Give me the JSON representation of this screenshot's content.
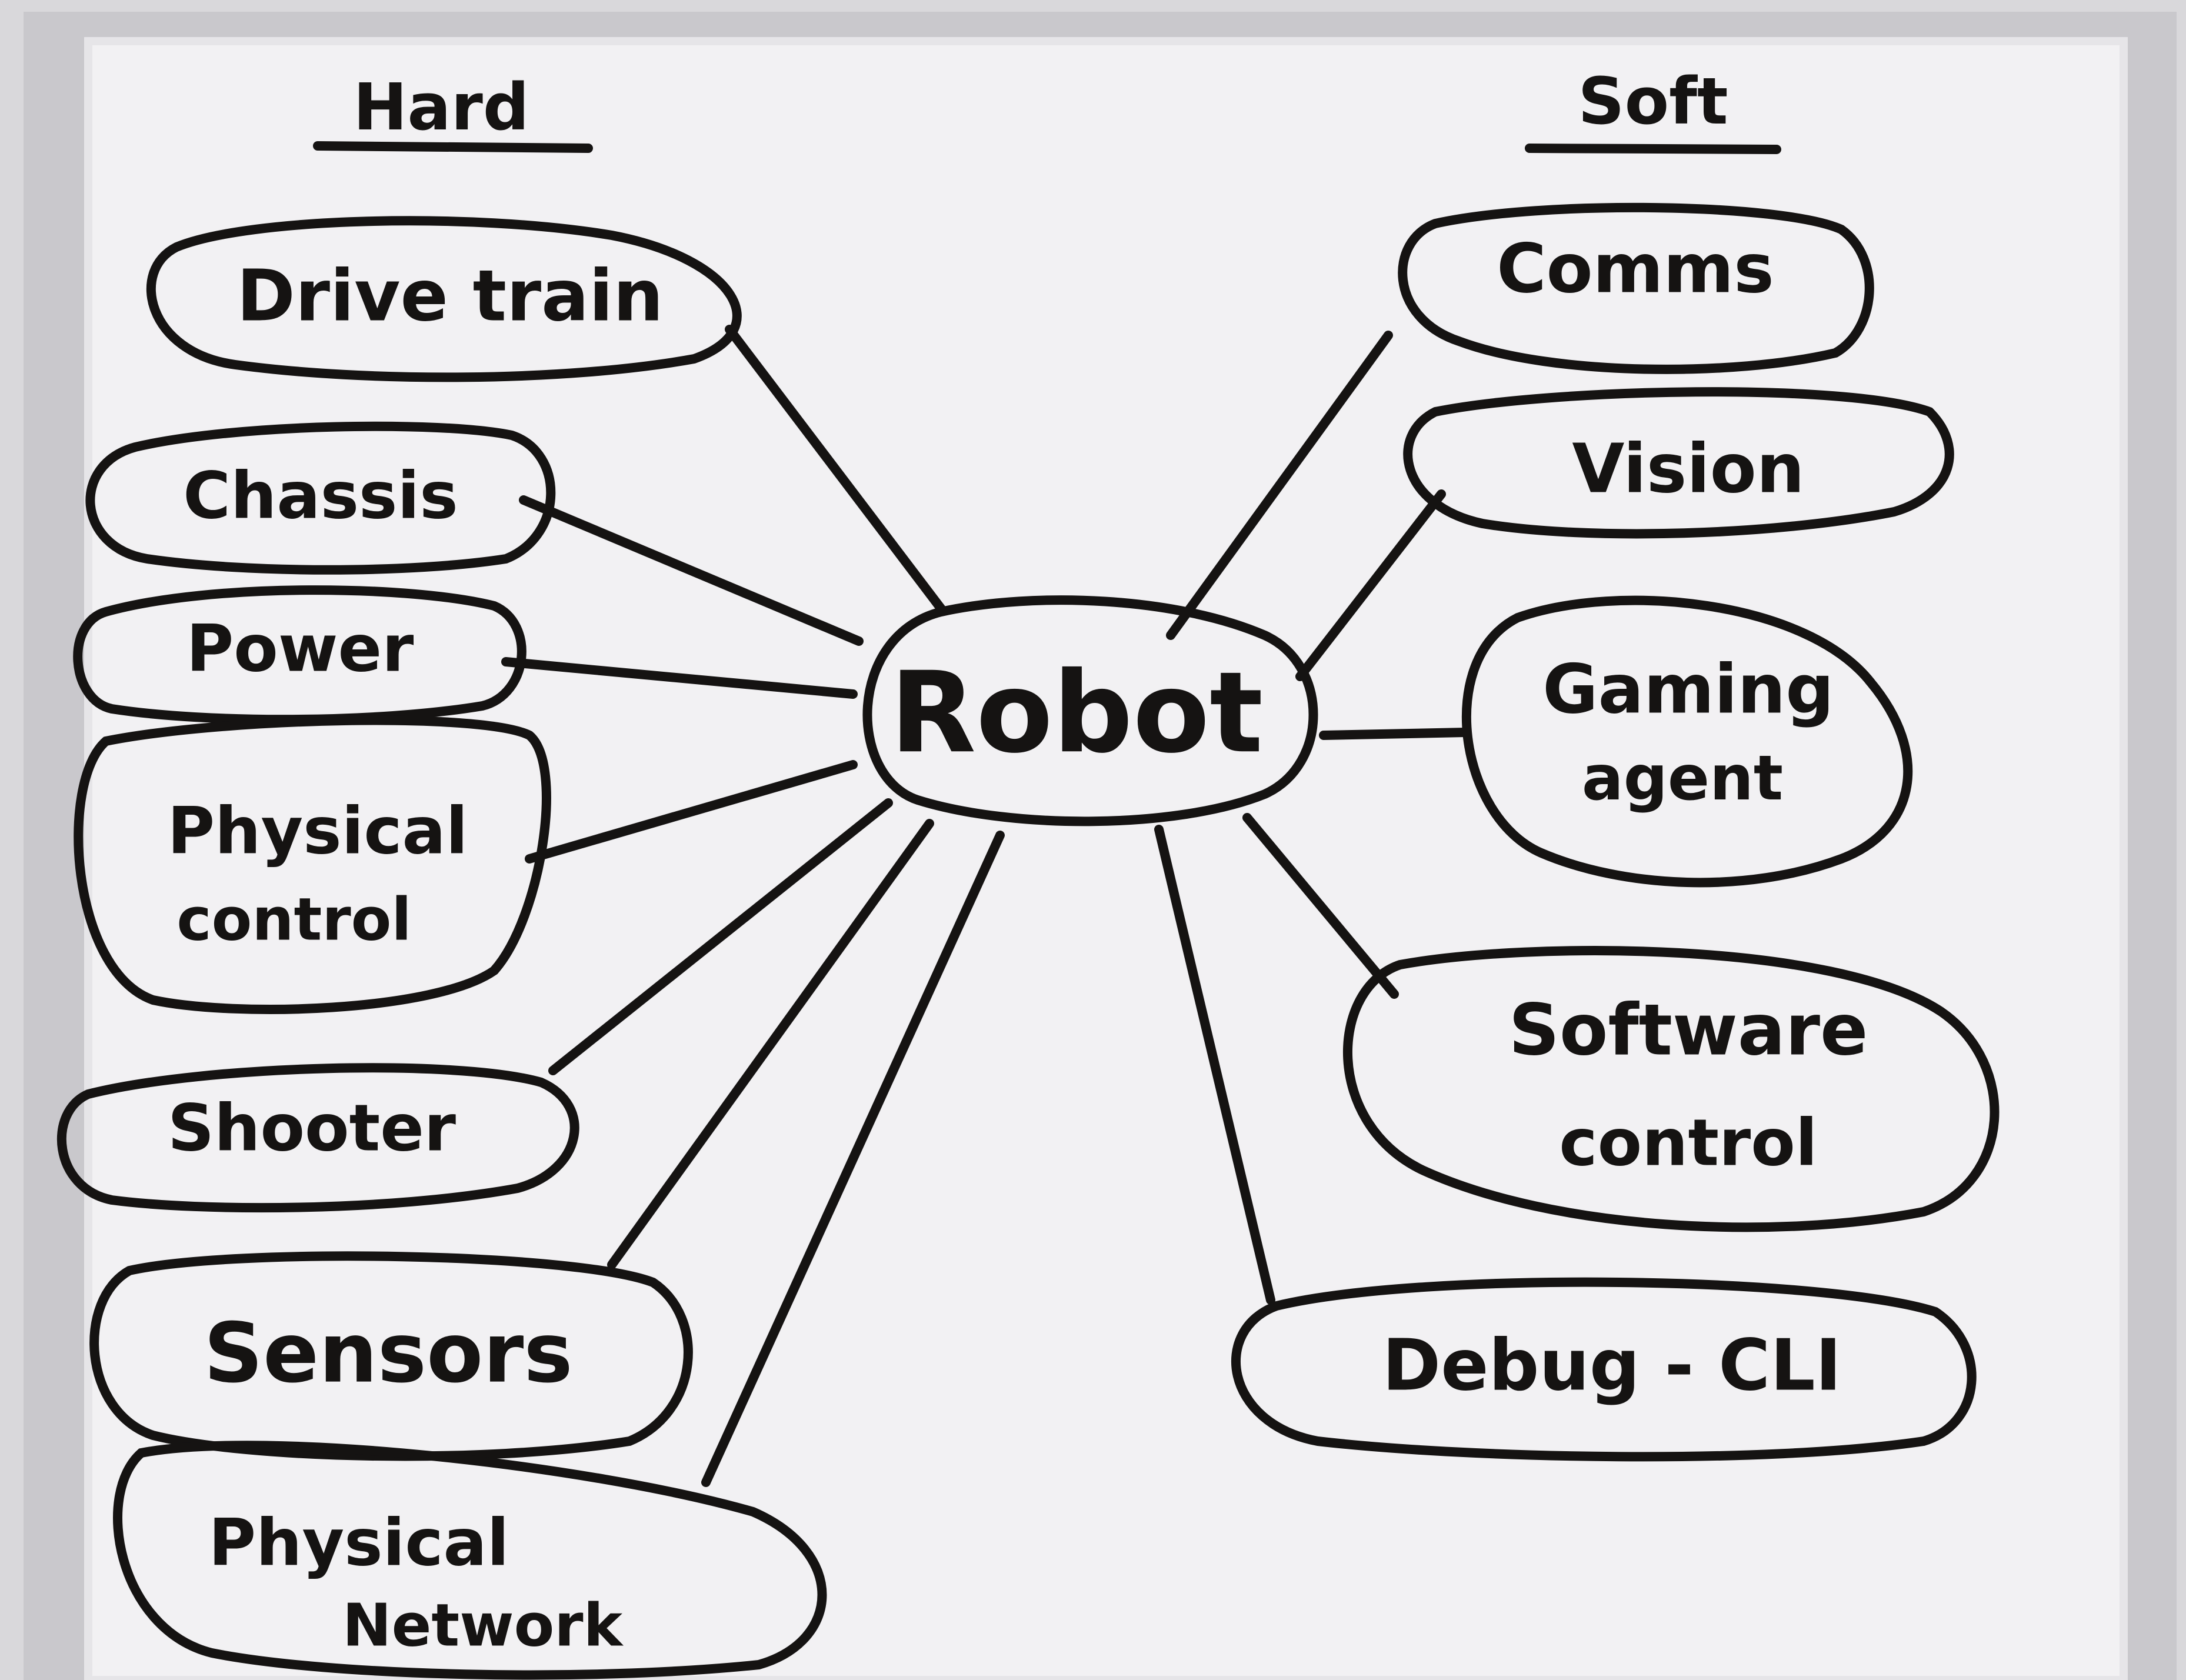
{
  "diagram": {
    "headings": {
      "left": "Hard",
      "right": "Soft"
    },
    "center": {
      "label": "Robot"
    },
    "hard_nodes": [
      {
        "id": "drivetrain",
        "lines": [
          "Drive train"
        ]
      },
      {
        "id": "chassis",
        "lines": [
          "Chassis"
        ]
      },
      {
        "id": "power",
        "lines": [
          "Power"
        ]
      },
      {
        "id": "physical-control",
        "lines": [
          "Physical",
          "control"
        ]
      },
      {
        "id": "shooter",
        "lines": [
          "Shooter"
        ]
      },
      {
        "id": "sensors",
        "lines": [
          "Sensors"
        ]
      },
      {
        "id": "physical-network",
        "lines": [
          "Physical",
          "Network"
        ]
      }
    ],
    "soft_nodes": [
      {
        "id": "comms",
        "lines": [
          "Comms"
        ]
      },
      {
        "id": "vision",
        "lines": [
          "Vision"
        ]
      },
      {
        "id": "gaming-agent",
        "lines": [
          "Gaming",
          "agent"
        ]
      },
      {
        "id": "software-control",
        "lines": [
          "Software",
          "control"
        ]
      },
      {
        "id": "debug-cli",
        "lines": [
          "Debug - CLI"
        ]
      }
    ],
    "colors": {
      "ink": "#151312",
      "board": "#f2f1f3",
      "frame": "#c9c8cc",
      "wall": "#d9d8db"
    }
  }
}
